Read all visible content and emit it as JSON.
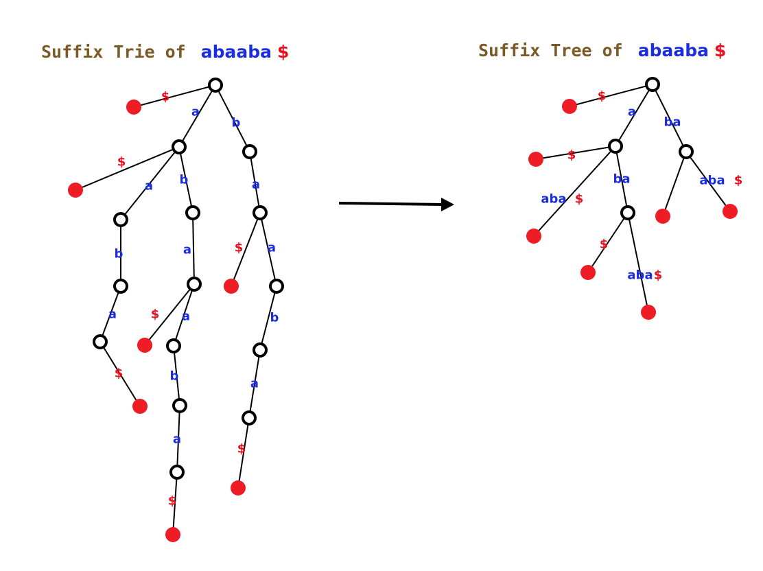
{
  "colors": {
    "title_word": "#7a5a26",
    "string": "#1a2ee0",
    "terminal": "#e8101e",
    "node_stroke": "#000000",
    "leaf_fill": "#ee1c25",
    "edge": "#000000"
  },
  "trie": {
    "title_prefix": "Suffix Trie of",
    "string": "abaaba",
    "terminal": "$",
    "labels": [
      "$",
      "a",
      "b",
      "$",
      "a",
      "b",
      "a",
      "b",
      "a",
      "$",
      "a",
      "a",
      "$",
      "a",
      "b",
      "b",
      "$",
      "a",
      "a",
      "$",
      "$"
    ]
  },
  "tree": {
    "title_prefix": "Suffix Tree of",
    "string": "abaaba",
    "terminal": "$",
    "labels": [
      "$",
      "a",
      "ba",
      "$",
      "ba",
      "aba",
      "$",
      "aba",
      "$",
      "$",
      "aba",
      "$"
    ]
  },
  "arrow": {
    "icon": "right-arrow-icon"
  }
}
